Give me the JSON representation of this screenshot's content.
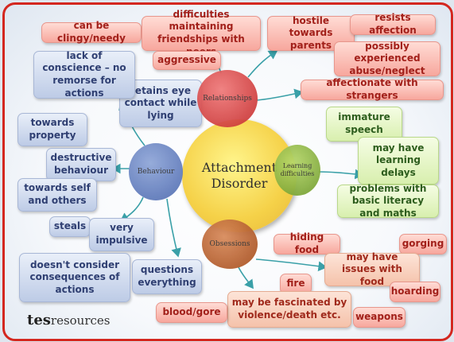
{
  "title": "Attachment Disorder",
  "categories": {
    "relationships": "Relationships",
    "behaviour": "Behaviour",
    "learning": "Learning difficulties",
    "obsessions": "Obsessions"
  },
  "relationships_items": {
    "clingy": "can be clingy/needy",
    "friendships": "difficulties maintaining friendships with peers",
    "aggressive": "aggressive",
    "hostile": "hostile towards parents",
    "resists": "resists affection",
    "abuse": "possibly experienced abuse/neglect",
    "affectionate": "affectionate with strangers",
    "eye_contact": "retains eye contact while lying"
  },
  "behaviour_items": {
    "conscience": "lack of conscience – no remorse for actions",
    "property": "towards property",
    "destructive": "destructive behaviour",
    "self_others": "towards self and others",
    "steals": "steals",
    "impulsive": "very impulsive",
    "consequences": "doesn't consider consequences of actions",
    "questions": "questions everything"
  },
  "learning_items": {
    "speech": "immature speech",
    "delays": "may have learning delays",
    "literacy": "problems with basic literacy and maths"
  },
  "obsessions_items": {
    "hiding": "hiding food",
    "gorging": "gorging",
    "issues_food": "may have issues with food",
    "hoarding": "hoarding",
    "fire": "fire",
    "fascinated": "may be fascinated by violence/death etc.",
    "blood": "blood/gore",
    "weapons": "weapons"
  },
  "logo": {
    "tes": "tes",
    "resources": "resources"
  },
  "colors": {
    "border": "#d4271f",
    "relationships": "#cf3e3e",
    "behaviour": "#5d78b9",
    "learning": "#7fa83a",
    "obsessions": "#b05a2a",
    "center": "#f5d148"
  }
}
